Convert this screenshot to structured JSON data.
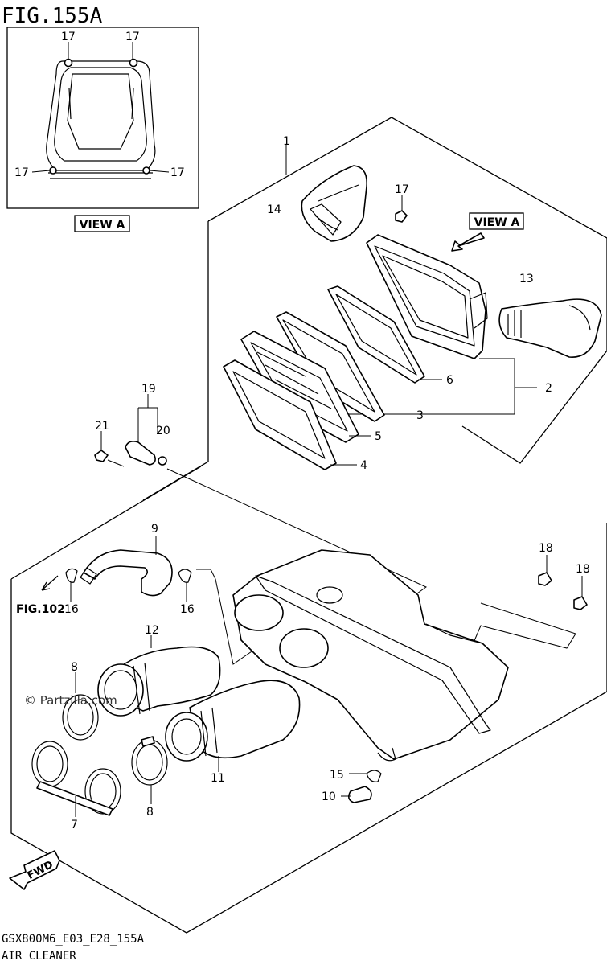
{
  "figure": {
    "title": "FIG.155A",
    "code": "GSX800M6_E03_E28_155A",
    "name": "AIR CLEANER"
  },
  "view_a_label": "VIEW A",
  "view_a_inset_label": "VIEW A",
  "fig_ref": "FIG.102",
  "fwd": "FWD",
  "watermark": "© Partzilla.com",
  "callouts": {
    "c1": "1",
    "c2": "2",
    "c3": "3",
    "c4": "4",
    "c5": "5",
    "c6": "6",
    "c7": "7",
    "c8a": "8",
    "c8b": "8",
    "c9": "9",
    "c10": "10",
    "c11": "11",
    "c12": "12",
    "c13": "13",
    "c14": "14",
    "c15": "15",
    "c16a": "16",
    "c16b": "16",
    "c17a": "17",
    "c17b": "17",
    "c17c": "17",
    "c17d": "17",
    "c17e": "17",
    "c18a": "18",
    "c18b": "18",
    "c19": "19",
    "c20": "20",
    "c21": "21"
  }
}
